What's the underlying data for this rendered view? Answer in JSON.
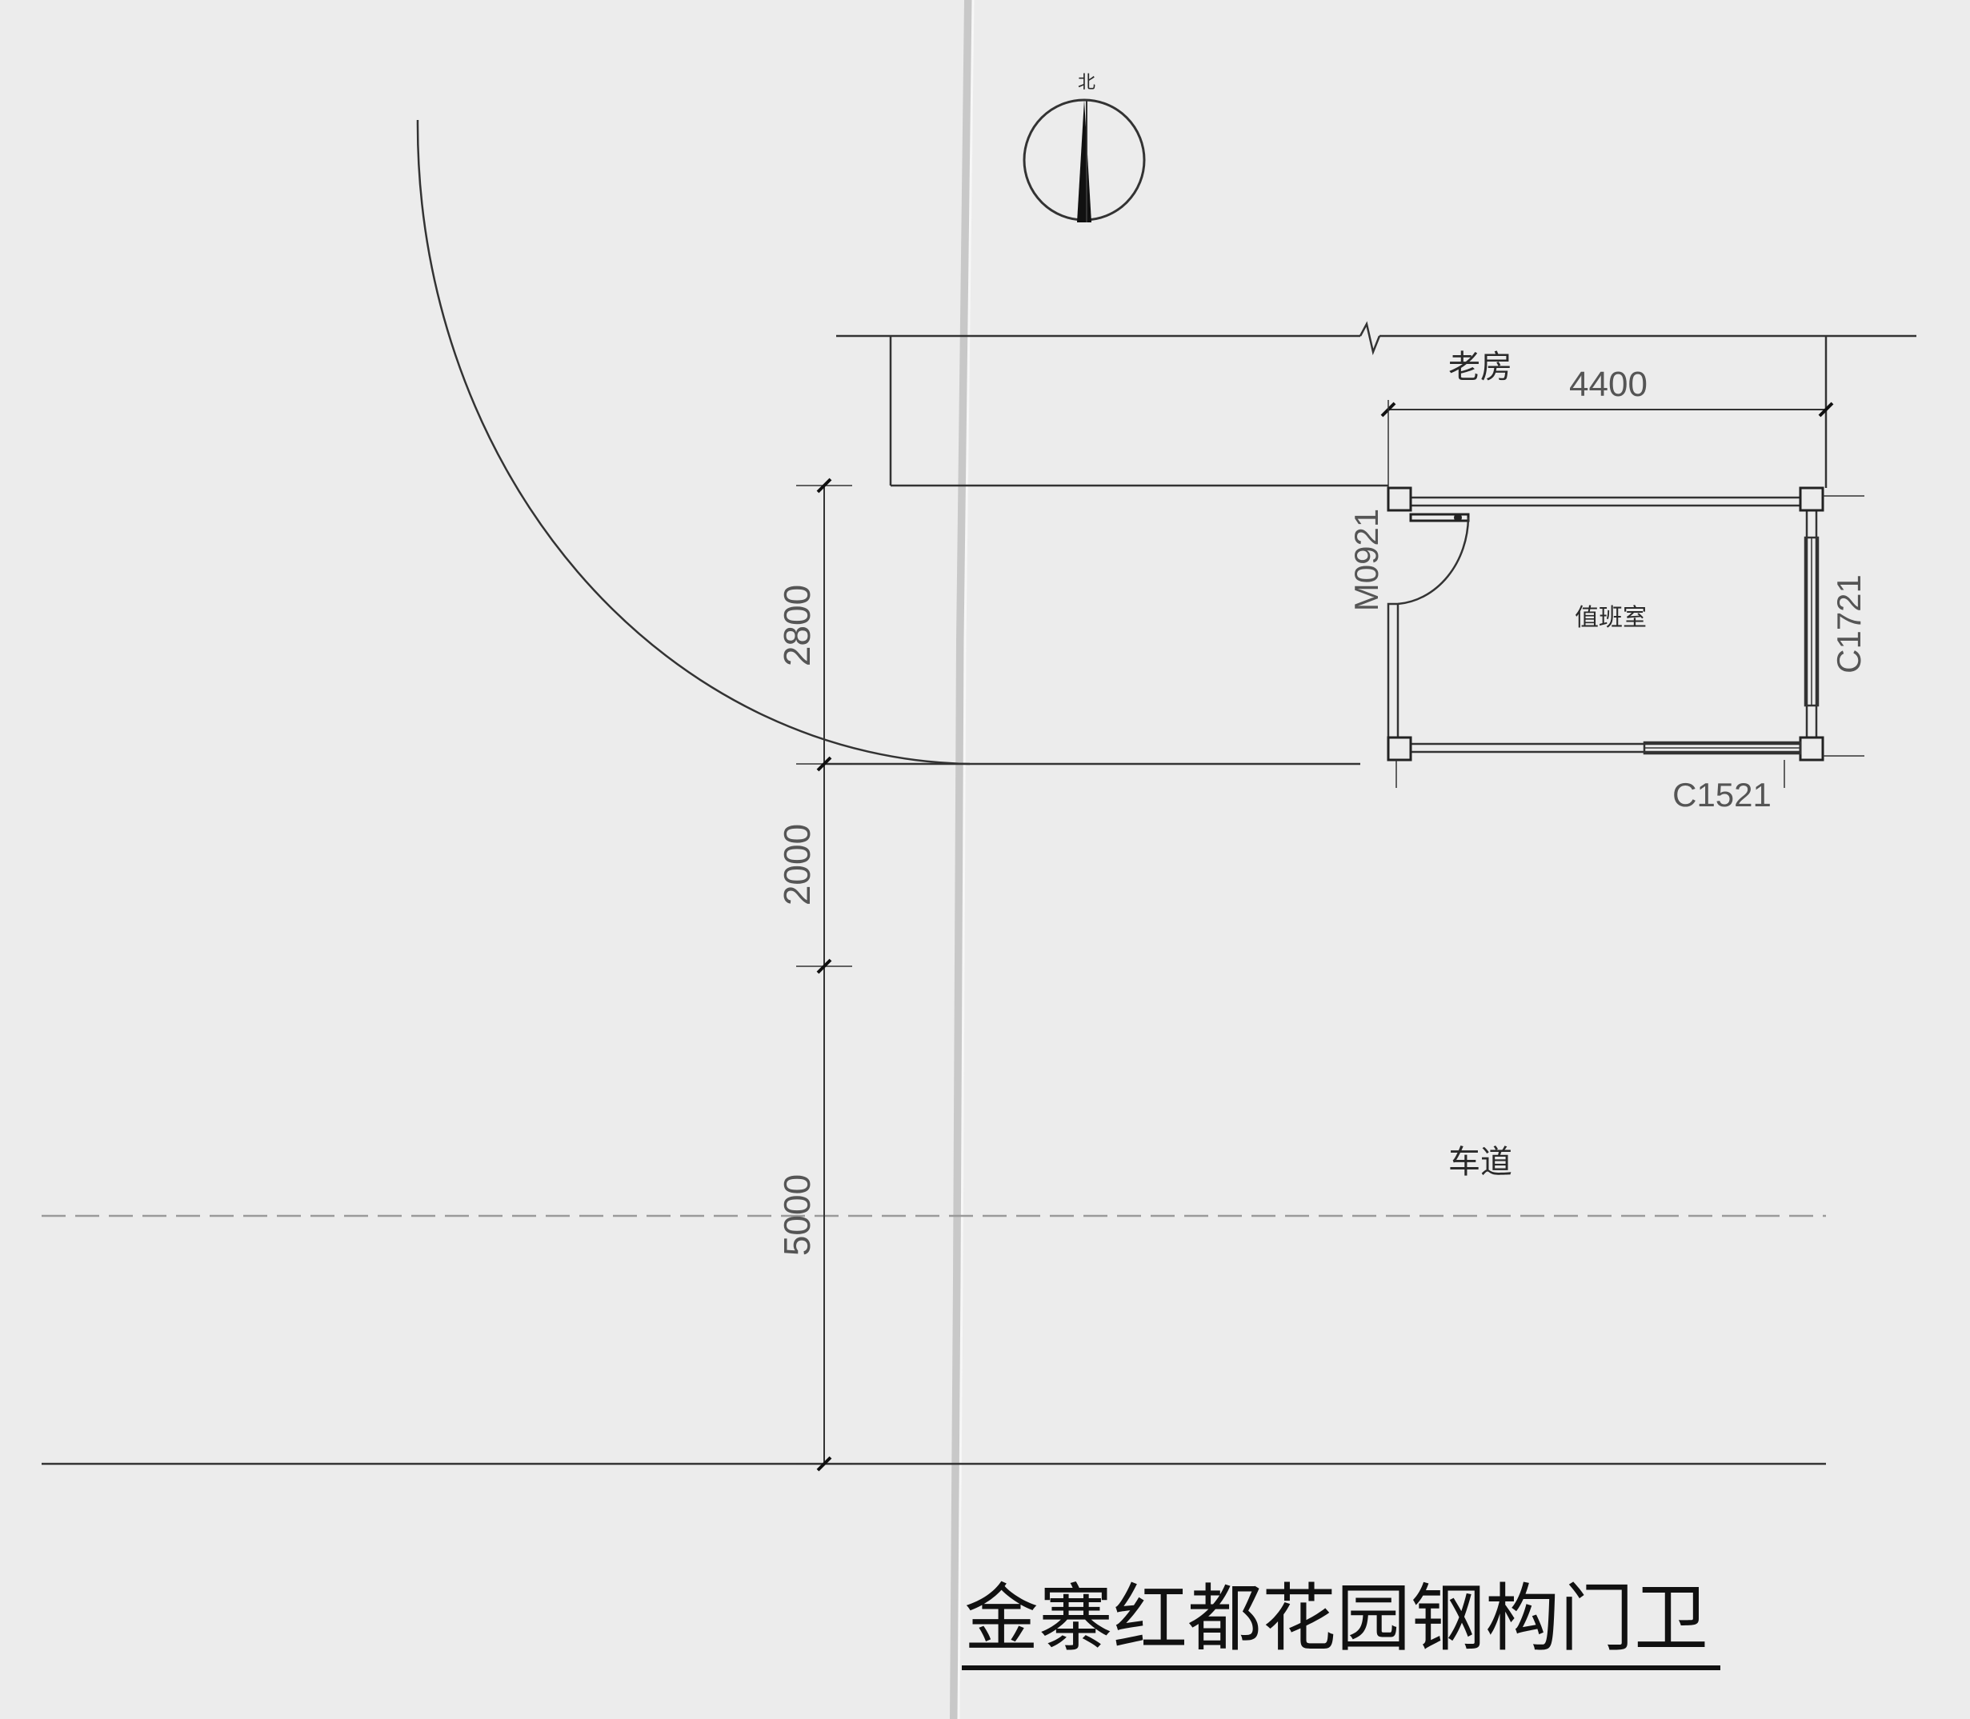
{
  "compass": {
    "north_label": "北"
  },
  "labels": {
    "old_house": "老房",
    "duty_room": "值班室",
    "driveway": "车道"
  },
  "openings": {
    "door": "M0921",
    "window_east": "C1721",
    "window_south": "C1521"
  },
  "dimensions": {
    "width_top": "4400",
    "seg_1": "2800",
    "seg_2": "2000",
    "seg_3": "5000"
  },
  "title": "金寨红都花园钢构门卫",
  "colors": {
    "paper": "#ececec",
    "line": "#333333",
    "dash": "#9a9a9a"
  }
}
